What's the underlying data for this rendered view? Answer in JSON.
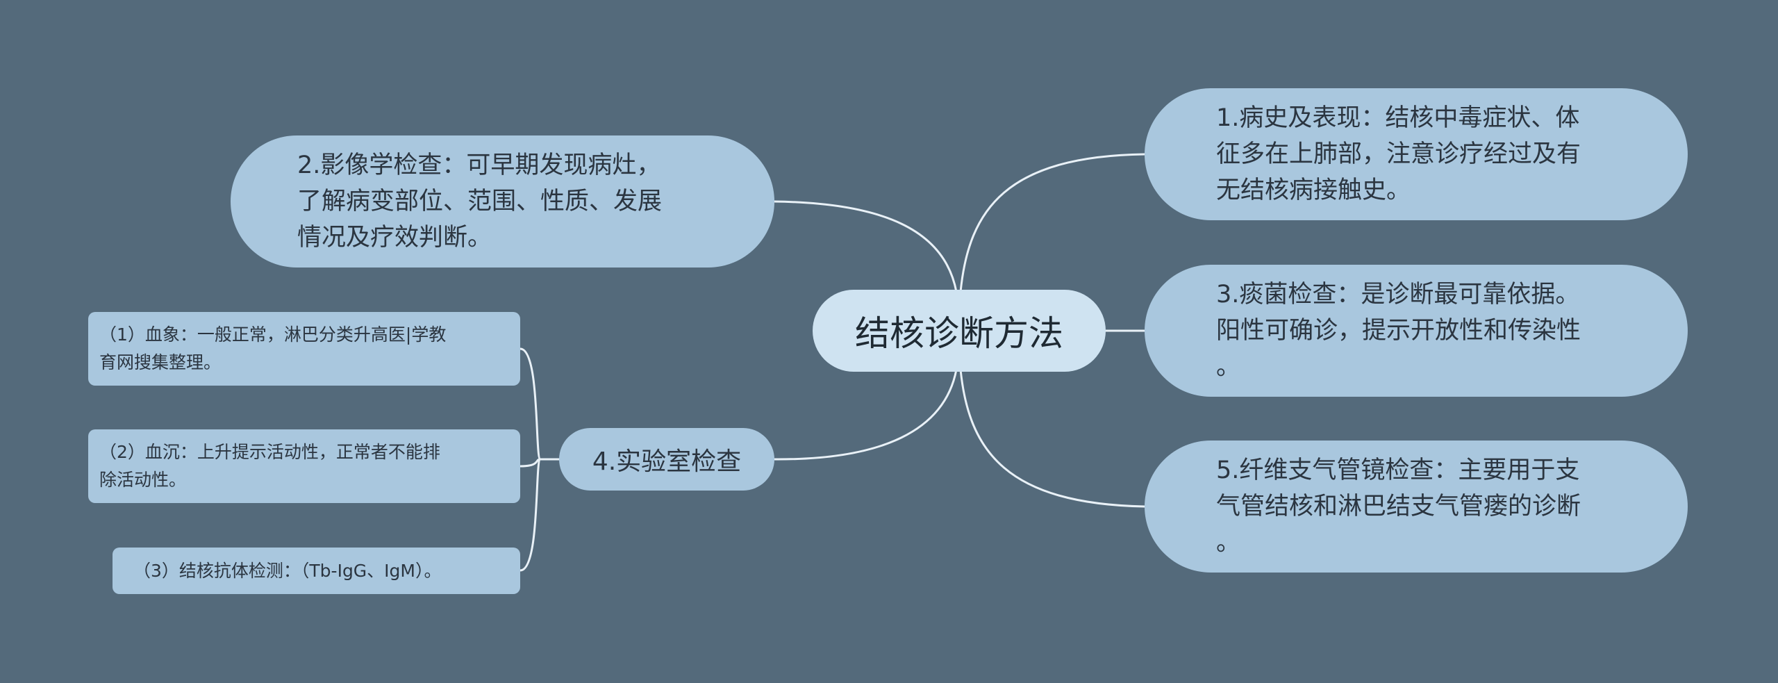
{
  "mindmap": {
    "root": "结核诊断方法",
    "branches": {
      "history": "1.病史及表现：结核中毒症状、体\n征多在上肺部，注意诊疗经过及有\n无结核病接触史。",
      "imaging": "2.影像学检查：可早期发现病灶，\n了解病变部位、范围、性质、发展\n情况及疗效判断。",
      "sputum": "3.痰菌检查：是诊断最可靠依据。\n阳性可确诊，提示开放性和传染性\n。",
      "lab": "4.实验室检查",
      "bronchoscopy": "5.纤维支气管镜检查：主要用于支\n气管结核和淋巴结支气管瘘的诊断\n。"
    },
    "lab_items": [
      "（1）血象：一般正常，淋巴分类升高医|学教\n育网搜集整理。",
      "（2）血沉：上升提示活动性，正常者不能排\n除活动性。",
      "（3）结核抗体检测：（Tb-IgG、IgM）。"
    ]
  },
  "colors": {
    "background": "#546A7B",
    "node": "#A9C7DE",
    "root_node": "#CFE3F1",
    "connector": "#E9F1F7"
  }
}
